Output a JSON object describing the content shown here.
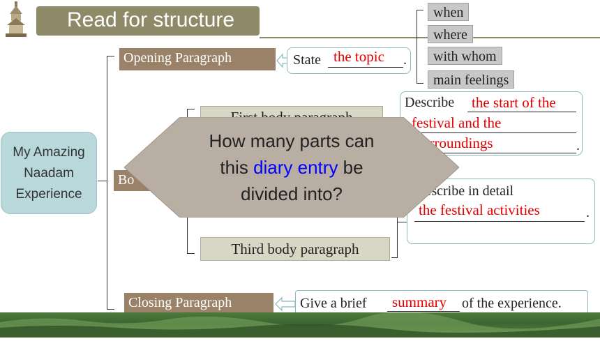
{
  "header": {
    "title": "Read for structure"
  },
  "root": {
    "line1": "My Amazing",
    "line2": "Naadam",
    "line3": "Experience"
  },
  "opening": {
    "label": "Opening Paragraph",
    "prompt": "State",
    "answer": "the topic",
    "period": ".",
    "details": [
      "when",
      "where",
      "with whom",
      "main feelings"
    ]
  },
  "body": {
    "label_visible": "Bo",
    "first": {
      "label": "First body paragraph",
      "prompt": "Describe",
      "answer_line1": "the start of the",
      "answer_line2": "festival and the",
      "answer_line3": "urroundings",
      "period": "."
    },
    "second": {
      "prompt": "Describe in detail",
      "answer": "the festival activities",
      "period": "."
    },
    "third": {
      "label": "Third body paragraph"
    }
  },
  "closing": {
    "label": "Closing Paragraph",
    "prompt": "Give a brief",
    "answer": "summary",
    "suffix": "of the experience."
  },
  "overlay": {
    "line1": "How many parts can",
    "line2_pre": "this ",
    "line2_highlight": "diary entry",
    "line2_post": " be",
    "line3": "divided into?",
    "highlight_color": "#0000ff"
  },
  "colors": {
    "tan": "#9a8268",
    "answer_red": "#e00000",
    "header_olive": "#8e8a68",
    "root_teal": "#b9d8db"
  }
}
